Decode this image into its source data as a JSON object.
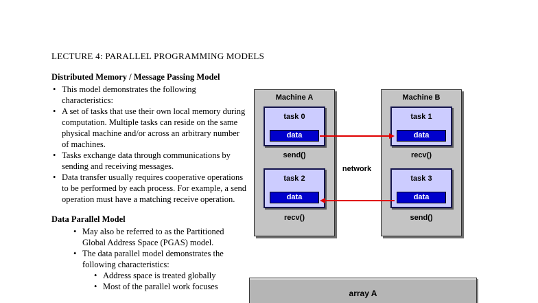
{
  "document": {
    "title": "LECTURE 4: PARALLEL PROGRAMMING MODELS",
    "section1": {
      "heading": "Distributed Memory / Message Passing Model",
      "bullets": [
        "This model demonstrates the following characteristics:",
        "A set of tasks that use their own local memory during computation. Multiple tasks can reside on the same physical machine and/or across an arbitrary number of machines.",
        "Tasks exchange data through communications by sending and receiving messages.",
        "Data transfer usually requires cooperative operations to be performed by each process. For example, a send operation must have a matching receive operation."
      ]
    },
    "section2": {
      "heading": "Data Parallel Model",
      "bullets": [
        "May also be referred to as the Partitioned Global Address Space (PGAS) model.",
        "The data parallel model demonstrates the following characteristics:"
      ],
      "sub_bullets": [
        "Address space is treated globally",
        "Most of the parallel work focuses"
      ]
    }
  },
  "diagram": {
    "machine_a": {
      "name": "Machine A",
      "task_top": {
        "label": "task 0",
        "data": "data",
        "op": "send()"
      },
      "task_bottom": {
        "label": "task 2",
        "data": "data",
        "op": "recv()"
      }
    },
    "machine_b": {
      "name": "Machine B",
      "task_top": {
        "label": "task 1",
        "data": "data",
        "op": "recv()"
      },
      "task_bottom": {
        "label": "task 3",
        "data": "data",
        "op": "send()"
      }
    },
    "network_label": "network",
    "array_label": "array A",
    "colors": {
      "machine_bg": "#c4c4c4",
      "task_bg": "#ccccff",
      "data_bg": "#0000cc",
      "arrow": "#e00000"
    }
  }
}
